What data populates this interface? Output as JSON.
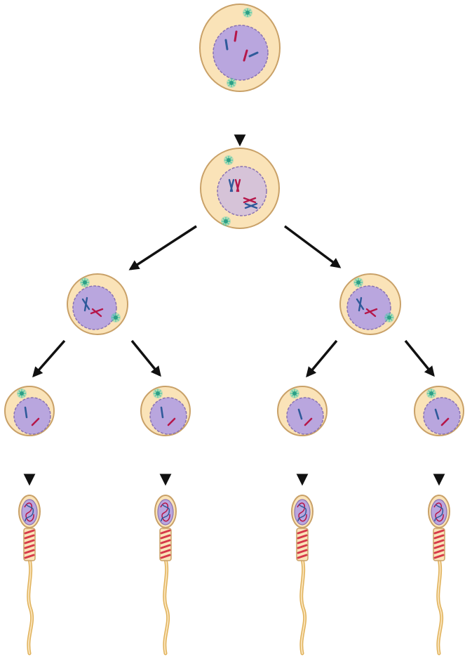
{
  "diagram": {
    "kind": "spermatogenesis",
    "stages": [
      {
        "id": "spermatogonium",
        "count": 1,
        "chromosome_state": "unreplicated"
      },
      {
        "id": "primary-spermatocyte",
        "count": 1,
        "chromosome_state": "replicated"
      },
      {
        "id": "secondary-spermatocyte",
        "count": 2,
        "chromosome_state": "replicated"
      },
      {
        "id": "spermatid",
        "count": 4,
        "chromosome_state": "haploid"
      },
      {
        "id": "sperm",
        "count": 4,
        "chromosome_state": "haploid"
      }
    ],
    "colors": {
      "cell_fill": "#fae3b8",
      "cell_stroke": "#c9a168",
      "nucleus_fill": "#b9a6de",
      "nucleus_fill_pale": "#d6c3d8",
      "nucleus_stroke": "#8a73b3",
      "centrosome": "#47c9a9",
      "chromosome_blue": "#2f5a9a",
      "chromosome_red": "#b5174a",
      "midpiece_red": "#d63a4a",
      "arrow": "#111111"
    }
  }
}
